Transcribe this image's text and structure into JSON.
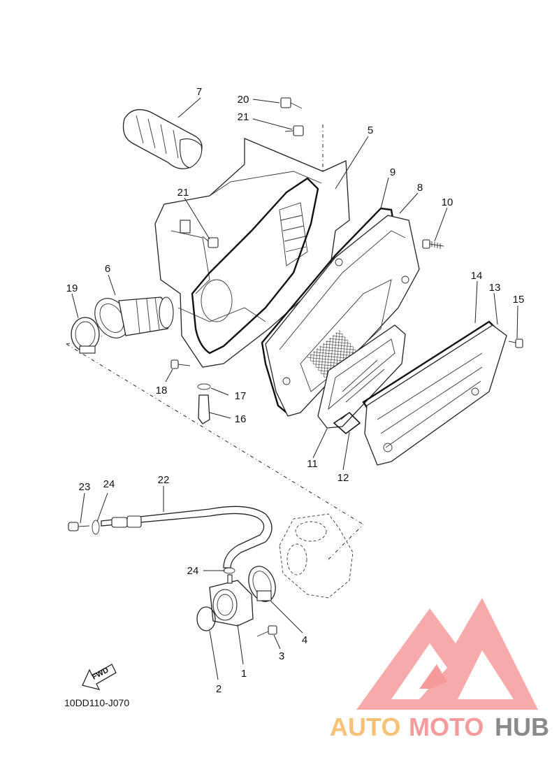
{
  "diagram": {
    "code": "10DD110-J070",
    "fwd_label": "FWD",
    "callouts": [
      "1",
      "2",
      "3",
      "4",
      "5",
      "6",
      "7",
      "8",
      "9",
      "10",
      "11",
      "12",
      "13",
      "14",
      "15",
      "16",
      "17",
      "18",
      "19",
      "20",
      "21",
      "21",
      "22",
      "23",
      "24",
      "24"
    ]
  },
  "watermark": {
    "parts": [
      "AUTO",
      "MOTO",
      "HUB"
    ],
    "colors": {
      "auto": "#f7c178",
      "moto": "#f59b9b",
      "hub": "#8a8a8a",
      "logo": "#f59b9b"
    }
  }
}
